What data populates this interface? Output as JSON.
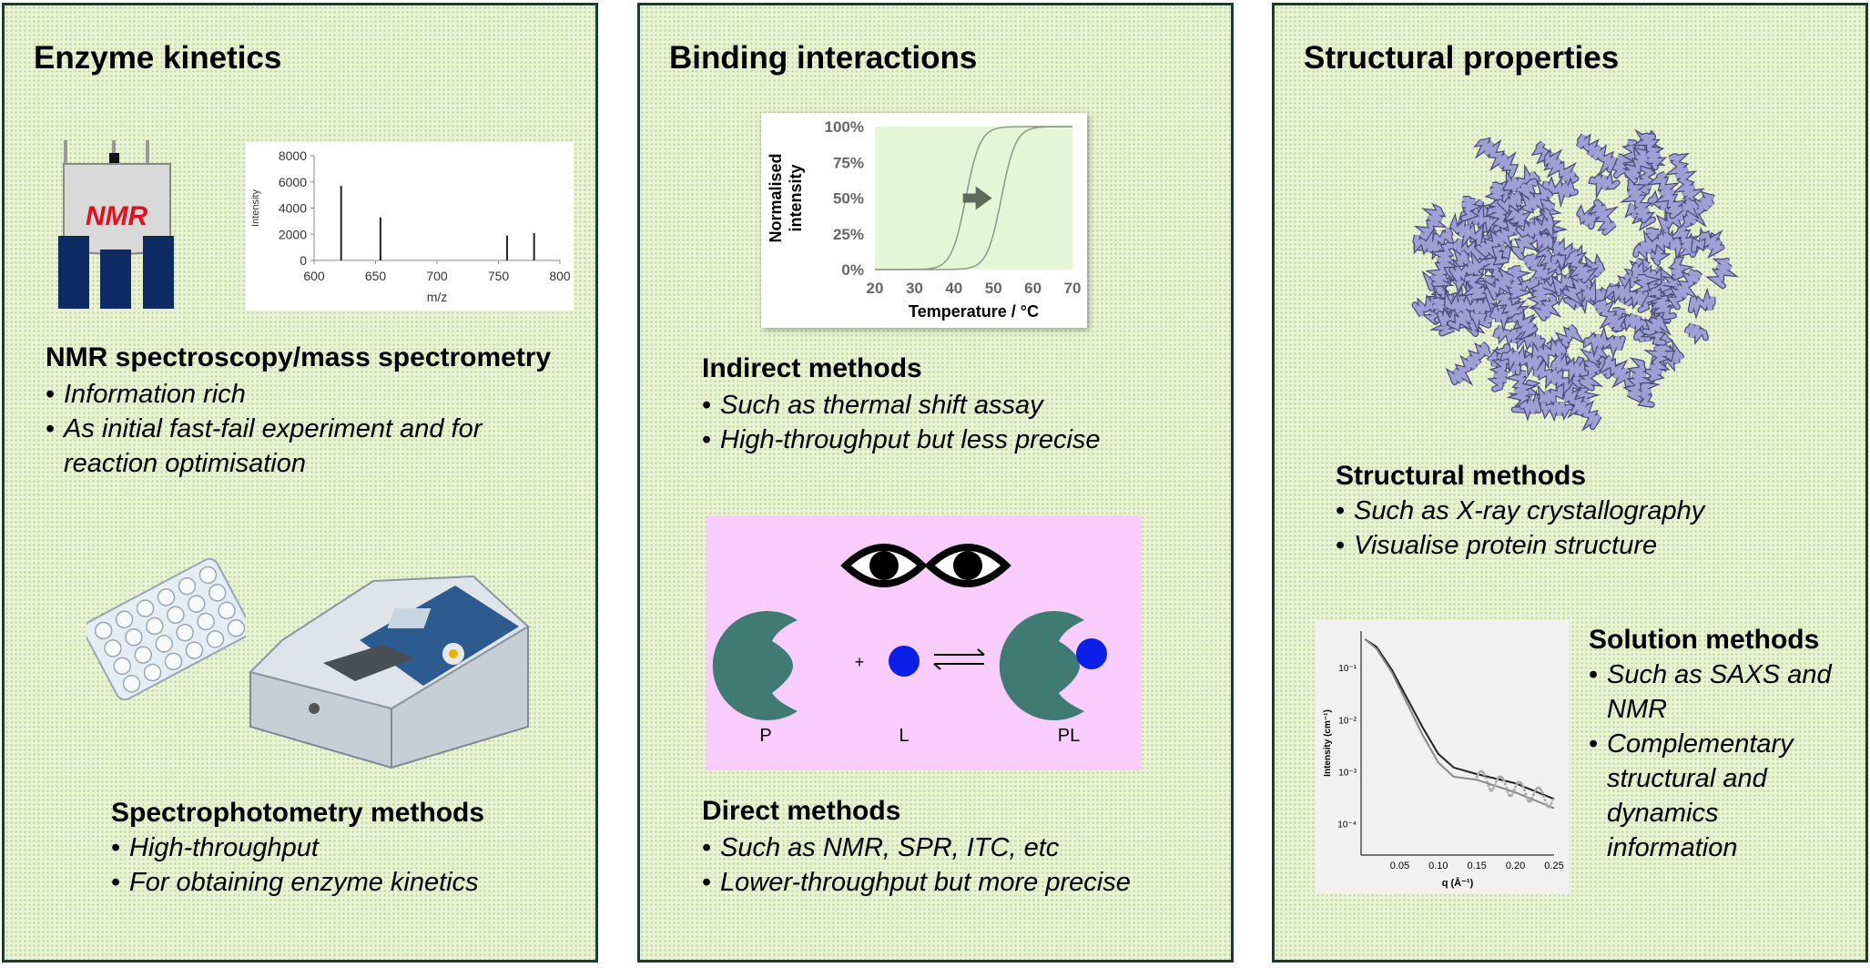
{
  "panels": [
    {
      "title": "Enzyme kinetics",
      "sections": [
        {
          "heading": "NMR spectroscopy/mass spectrometry",
          "bullets": [
            "Information rich",
            "As initial fast-fail experiment and for reaction optimisation"
          ]
        },
        {
          "heading": "Spectrophotometry methods",
          "bullets": [
            "High-throughput",
            "For obtaining enzyme kinetics"
          ]
        }
      ],
      "nmr_label": "NMR"
    },
    {
      "title": "Binding interactions",
      "sections": [
        {
          "heading": "Indirect methods",
          "bullets": [
            "Such as thermal shift assay",
            "High-throughput but less precise"
          ]
        },
        {
          "heading": "Direct methods",
          "bullets": [
            "Such as NMR, SPR, ITC, etc",
            "Lower-throughput but more precise"
          ]
        }
      ],
      "binding_labels": {
        "protein": "P",
        "ligand": "L",
        "complex": "PL",
        "plus": "+"
      }
    },
    {
      "title": "Structural properties",
      "sections": [
        {
          "heading": "Structural methods",
          "bullets": [
            "Such as X-ray crystallography",
            "Visualise protein structure"
          ]
        },
        {
          "heading": "Solution methods",
          "bullets": [
            "Such as SAXS and NMR",
            "Complementary structural and dynamics information"
          ]
        }
      ]
    }
  ],
  "chart_data": [
    {
      "type": "bar",
      "xlabel": "m/z",
      "ylabel": "Intensity",
      "xlim": [
        600,
        800
      ],
      "ylim": [
        0,
        8000
      ],
      "x_ticks": [
        600,
        650,
        700,
        750,
        800
      ],
      "y_ticks": [
        0,
        2000,
        4000,
        6000,
        8000
      ],
      "x": [
        622,
        654,
        757,
        779
      ],
      "values": [
        5700,
        3300,
        1900,
        2100
      ]
    },
    {
      "type": "line",
      "xlabel": "Temperature / °C",
      "ylabel": "Normalised intensity",
      "xlim": [
        20,
        70
      ],
      "ylim": [
        0,
        100
      ],
      "x_ticks": [
        20,
        30,
        40,
        50,
        60,
        70
      ],
      "y_ticks": [
        "0%",
        "25%",
        "50%",
        "75%",
        "100%"
      ],
      "series": [
        {
          "midpoint": 43,
          "slope": 1.1
        },
        {
          "midpoint": 52,
          "slope": 1.1
        }
      ],
      "colors": {
        "background": "#e3f7d6",
        "curve": "#8a9a88",
        "arrow": "#5d6b5a"
      }
    },
    {
      "type": "line",
      "xlabel": "q (Å⁻¹)",
      "ylabel": "Intensity (cm⁻¹)",
      "xlim": [
        0,
        0.25
      ],
      "log_y": true,
      "x_ticks": [
        "0.05",
        "0.10",
        "0.15",
        "0.20",
        "0.25"
      ],
      "y_ticks": [
        "10⁻¹",
        "10⁻²",
        "10⁻³",
        "10⁻⁴"
      ],
      "series": [
        {
          "q": [
            0.005,
            0.02,
            0.04,
            0.06,
            0.08,
            0.1,
            0.12,
            0.15,
            0.2,
            0.25
          ],
          "I": [
            0.35,
            0.25,
            0.09,
            0.025,
            0.007,
            0.0022,
            0.0012,
            0.0009,
            0.0006,
            0.0003
          ]
        },
        {
          "q": [
            0.005,
            0.02,
            0.04,
            0.06,
            0.08,
            0.1,
            0.12,
            0.15,
            0.2,
            0.25
          ],
          "I": [
            0.35,
            0.23,
            0.08,
            0.02,
            0.005,
            0.0015,
            0.0008,
            0.0007,
            0.0004,
            0.0002
          ]
        }
      ]
    }
  ]
}
